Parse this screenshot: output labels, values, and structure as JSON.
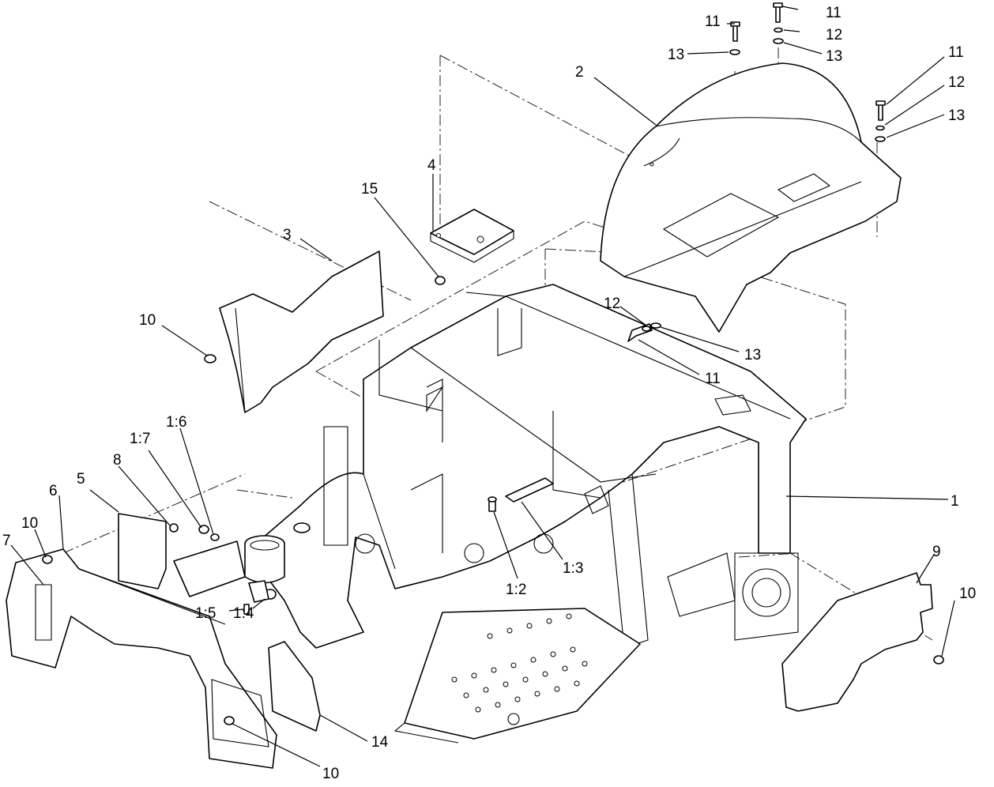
{
  "callouts": {
    "c1": "1",
    "c2": "2",
    "c3": "3",
    "c4": "4",
    "c5": "5",
    "c6": "6",
    "c7": "7",
    "c8": "8",
    "c9": "9",
    "c10_a": "10",
    "c10_b": "10",
    "c10_c": "10",
    "c10_d": "10",
    "c11_a": "11",
    "c11_b": "11",
    "c11_c": "11",
    "c11_d": "11",
    "c12_a": "12",
    "c12_b": "12",
    "c12_c": "12",
    "c13_a": "13",
    "c13_b": "13",
    "c13_c": "13",
    "c13_d": "13",
    "c14": "14",
    "c15": "15",
    "c1_2": "1:2",
    "c1_3": "1:3",
    "c1_4": "1:4",
    "c1_5": "1:5",
    "c1_6": "1:6",
    "c1_7": "1:7"
  },
  "colors": {
    "line": "#000000",
    "background": "#ffffff"
  }
}
